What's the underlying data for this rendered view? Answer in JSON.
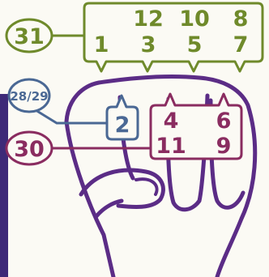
{
  "colors": {
    "background": "#fbfaf4",
    "hand_outline": "#5b2c86",
    "green": "#6f8a2b",
    "plum": "#8a2c60",
    "blue": "#4a6894",
    "left_bar": "#3e2a78"
  },
  "callouts": {
    "green": {
      "badge": "31",
      "top_row": [
        "12",
        "10",
        "8"
      ],
      "bottom_row": [
        "1",
        "3",
        "5",
        "7"
      ]
    },
    "blue": {
      "badge": "28/29",
      "value": "2"
    },
    "plum": {
      "badge": "30",
      "top_row": [
        "4",
        "6"
      ],
      "bottom_row": [
        "11",
        "9"
      ]
    }
  }
}
